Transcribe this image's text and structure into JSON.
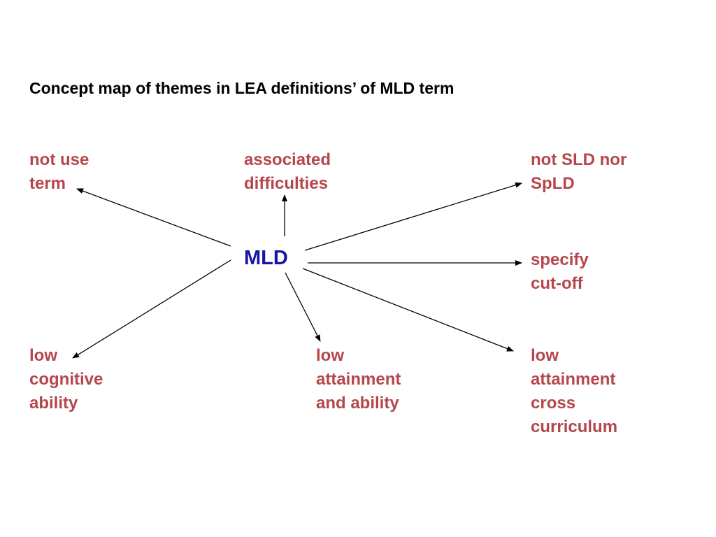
{
  "title": "Concept map of themes in LEA definitions’ of MLD term",
  "center": {
    "label": "MLD"
  },
  "themes": {
    "not_use_term": {
      "lines": [
        "not use",
        "term"
      ]
    },
    "associated_difficulties": {
      "lines": [
        "associated",
        "difficulties"
      ]
    },
    "not_sld_nor_spld": {
      "lines": [
        "not SLD nor",
        "SpLD"
      ]
    },
    "specify_cut_off": {
      "lines": [
        "specify",
        "cut-off"
      ]
    },
    "low_cognitive_ability": {
      "lines": [
        "low",
        "cognitive",
        "ability"
      ]
    },
    "low_attainment_and_ability": {
      "lines": [
        "low",
        "attainment",
        "and ability"
      ]
    },
    "low_attainment_cross_curriculum": {
      "lines": [
        "low",
        "attainment",
        "cross",
        "curriculum"
      ]
    }
  },
  "colors": {
    "theme_text": "#b5474b",
    "center_text": "#1515a8",
    "title_text": "#000000",
    "connector": "#000000"
  }
}
